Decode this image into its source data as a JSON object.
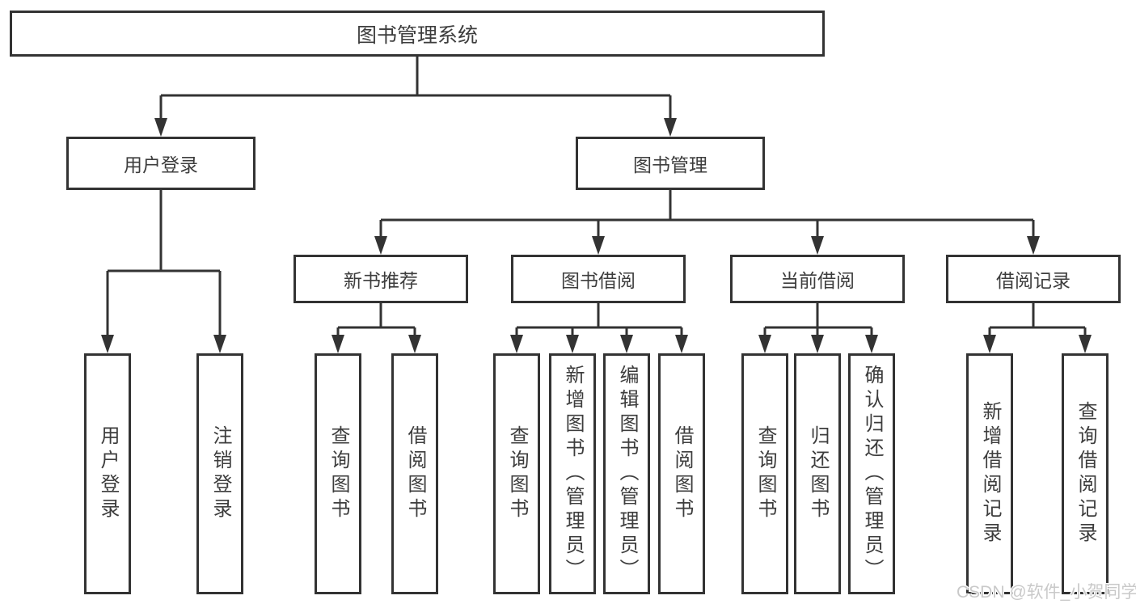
{
  "diagram": {
    "root": {
      "label": "图书管理系统"
    },
    "level2": {
      "user_login": {
        "label": "用户登录"
      },
      "book_management": {
        "label": "图书管理"
      }
    },
    "level3": {
      "new_book_recommend": {
        "label": "新书推荐"
      },
      "book_borrow": {
        "label": "图书借阅"
      },
      "current_borrow": {
        "label": "当前借阅"
      },
      "borrow_records": {
        "label": "借阅记录"
      }
    },
    "leaves": {
      "user_login_children": [
        {
          "label": "用户登录"
        },
        {
          "label": "注销登录"
        }
      ],
      "new_book_children": [
        {
          "label": "查询图书"
        },
        {
          "label": "借阅图书"
        }
      ],
      "book_borrow_children": [
        {
          "label": "查询图书"
        },
        {
          "label": "新增图书（管理员）"
        },
        {
          "label": "编辑图书（管理员）"
        },
        {
          "label": "借阅图书"
        }
      ],
      "current_borrow_children": [
        {
          "label": "查询图书"
        },
        {
          "label": "归还图书"
        },
        {
          "label": "确认归还（管理员）"
        }
      ],
      "borrow_records_children": [
        {
          "label": "新增借阅记录"
        },
        {
          "label": "查询借阅记录"
        }
      ]
    }
  },
  "watermark": {
    "text": "CSDN @软件_小贺同学"
  },
  "colors": {
    "line": "#333333",
    "box_border": "#333333",
    "text": "#3d3d3d",
    "background": "#ffffff",
    "watermark": "#c9c9c9"
  }
}
